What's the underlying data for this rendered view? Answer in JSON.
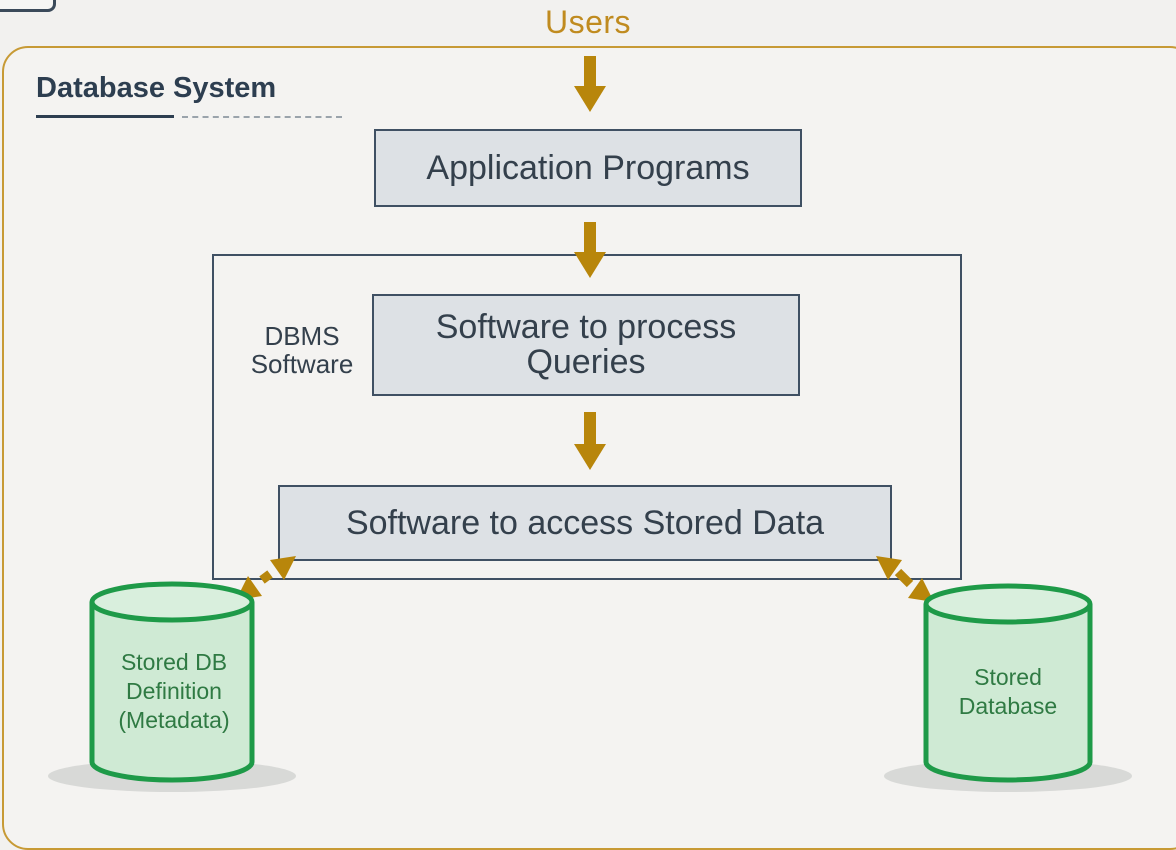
{
  "header": {
    "users_label": "Users"
  },
  "panel": {
    "title": "Database System"
  },
  "boxes": {
    "application": "Application Programs",
    "dbms_label_line1": "DBMS",
    "dbms_label_line2": "Software",
    "query_line1": "Software to process",
    "query_line2": "Queries",
    "access": "Software to access Stored Data"
  },
  "cylinders": {
    "metadata": {
      "line1": "Stored DB",
      "line2": "Definition",
      "line3": "(Metadata)"
    },
    "database": {
      "line1": "Stored",
      "line2": "Database"
    }
  },
  "colors": {
    "arrow": "#b8860b",
    "box_fill": "#dde1e5",
    "box_border": "#3f5063",
    "cylinder_stroke": "#1e9a48",
    "cylinder_fill": "#cfead4",
    "panel_border": "#c79a35",
    "text_accent": "#c08b1f"
  }
}
